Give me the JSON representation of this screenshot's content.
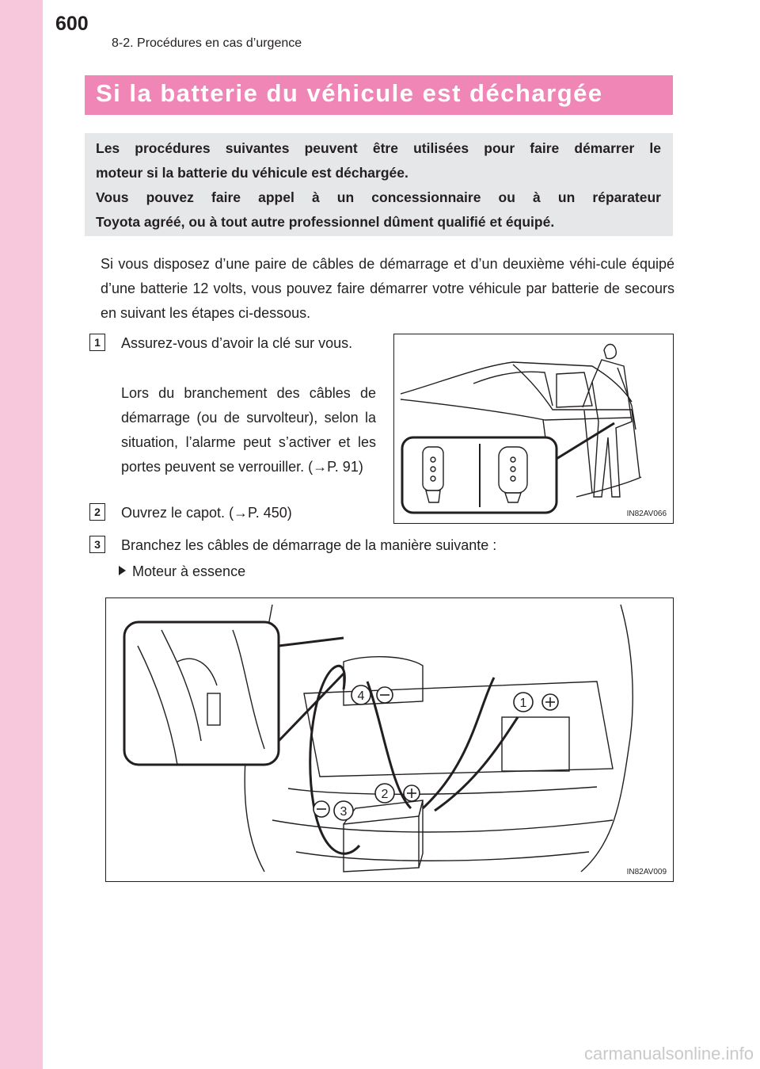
{
  "header": {
    "page_number": "600",
    "section": "8-2. Procédures en cas d’urgence"
  },
  "title": "Si la batterie du véhicule est déchargée",
  "intro": [
    "Les procédures suivantes peuvent être utilisées pour faire démarrer le",
    "moteur si la batterie du véhicule est déchargée.",
    "Vous pouvez faire appel à un concessionnaire ou à un réparateur",
    "Toyota agréé, ou à tout autre professionnel dûment qualifié et équipé."
  ],
  "paragraph": "Si vous disposez d’une paire de câbles de démarrage et d’un deuxième véhi-cule équipé d’une batterie 12 volts, vous pouvez faire démarrer votre véhicule par batterie de secours en suivant les étapes ci-dessous.",
  "steps": [
    {
      "number": "1",
      "text": "Assurez-vous d’avoir la clé sur vous.",
      "note": "Lors du branchement des câbles de démarrage (ou de survolteur), selon la situation, l’alarme peut s’activer et les portes peuvent se verrouiller. (→P. 91)"
    },
    {
      "number": "2",
      "text": "Ouvrez le capot. (→P. 450)"
    },
    {
      "number": "3",
      "text": "Branchez les câbles de démarrage de la manière suivante :"
    }
  ],
  "sub_item": "Moteur à essence",
  "figures": {
    "key_figure_code": "IN82AV066",
    "engine_figure_code": "IN82AV009",
    "engine_labels": [
      "1",
      "2",
      "3",
      "4"
    ]
  },
  "watermark": "carmanualsonline.info",
  "colors": {
    "side_band": "#f7c8dc",
    "title_bar": "#ef86b6",
    "intro_box": "#e6e7e8"
  }
}
